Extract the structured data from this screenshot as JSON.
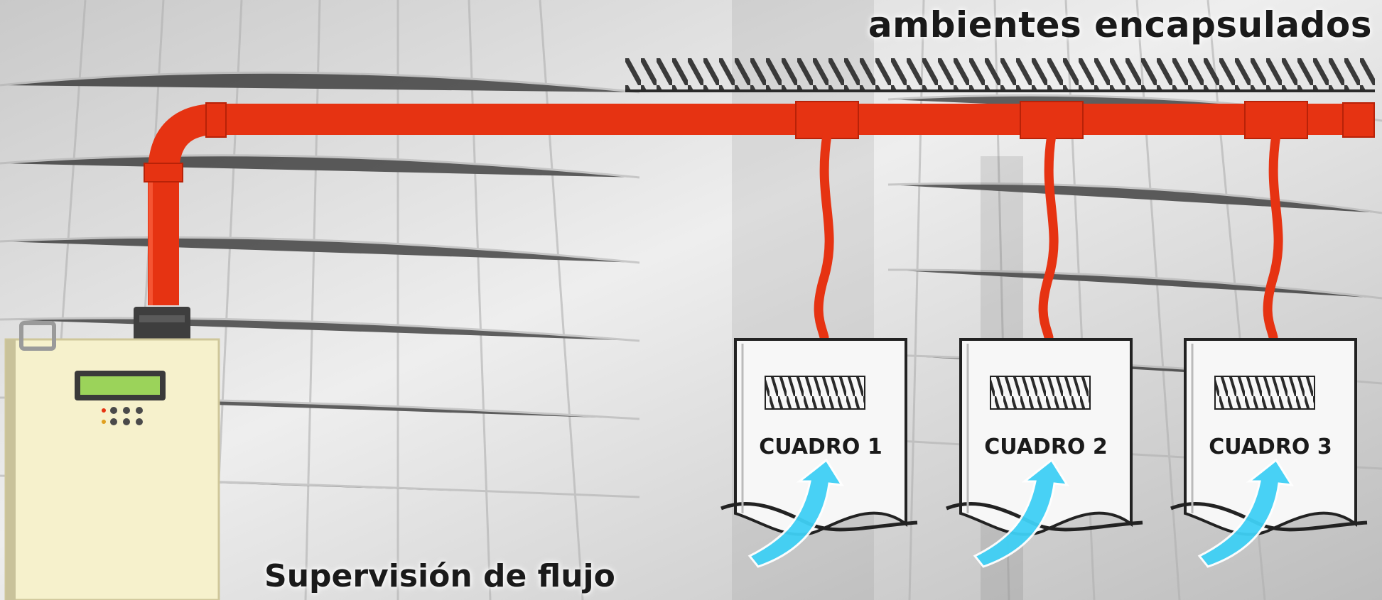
{
  "title": "ambientes encapsulados",
  "footer_label": "Supervisión de flujo",
  "panels": [
    {
      "label": "CUADRO 1"
    },
    {
      "label": "CUADRO 2"
    },
    {
      "label": "CUADRO 3"
    }
  ],
  "colors": {
    "pipe": "#e63312",
    "pipe_dark": "#b82208",
    "airflow": "#3fd0f5",
    "detector_body": "#f6f1cc",
    "display": "#9bd35a"
  },
  "icons": {
    "detector": "aspirating-smoke-detector-icon",
    "airflow": "airflow-arrow-icon",
    "ceiling": "hatched-ceiling-icon"
  }
}
